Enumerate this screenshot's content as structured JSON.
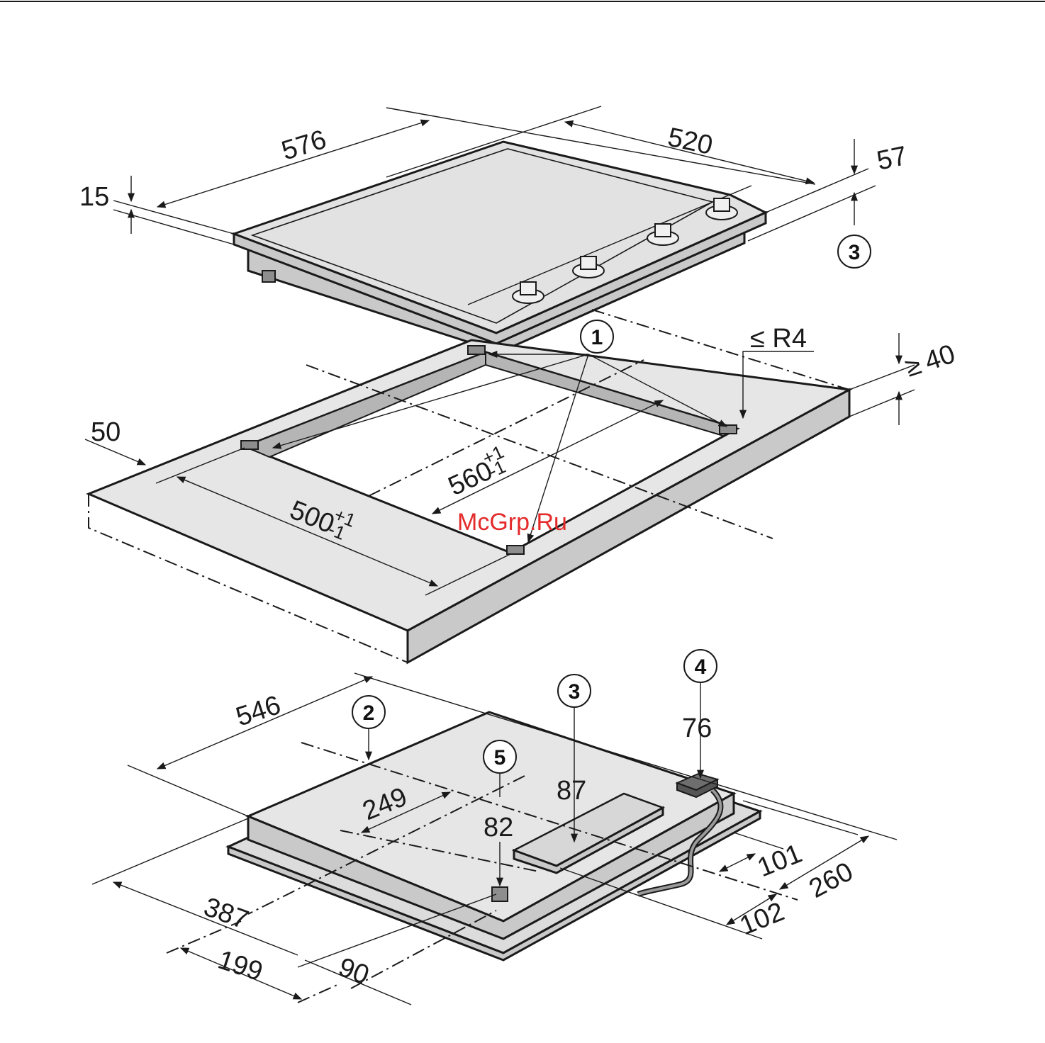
{
  "watermark": "McGrp.Ru",
  "dimensions": {
    "hob_width": "576",
    "hob_depth": "520",
    "hob_height_top": "15",
    "hob_height_total": "57",
    "worktop_thickness": "40",
    "worktop_thickness_prefix": "≥",
    "corner_radius": "≤ R4",
    "front_margin": "50",
    "cutout_width": "560",
    "cutout_width_tol": "+1",
    "cutout_width_tol2": "-1",
    "cutout_depth": "500",
    "cutout_depth_tol": "+1",
    "cutout_depth_tol2": "-1",
    "base_width": "546",
    "base_249": "249",
    "base_87": "87",
    "base_82": "82",
    "base_76": "76",
    "base_101": "101",
    "base_260": "260",
    "base_102": "102",
    "base_387": "387",
    "base_199": "199",
    "base_90": "90"
  },
  "callouts": [
    "1",
    "2",
    "3",
    "3",
    "4",
    "5"
  ]
}
